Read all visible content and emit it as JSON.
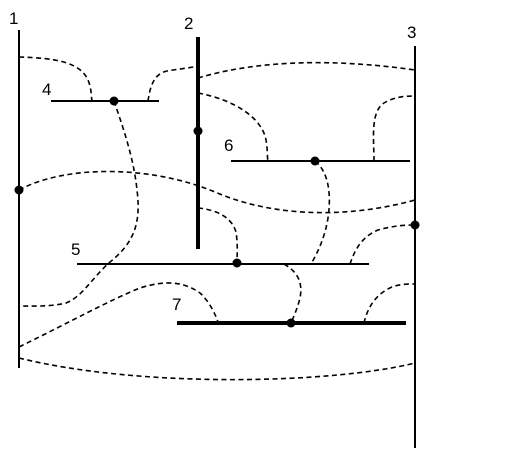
{
  "labels": {
    "line_1": "1",
    "line_2": "2",
    "line_3": "3",
    "line_4": "4",
    "line_5": "5",
    "line_6": "6",
    "line_7": "7"
  }
}
